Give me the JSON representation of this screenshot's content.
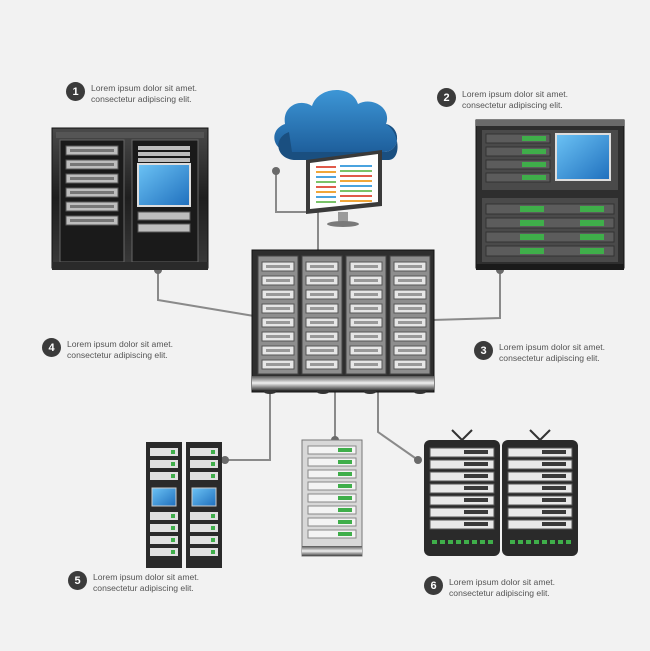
{
  "labels": [
    {
      "number": "1",
      "line1": "Lorem ipsum dolor sit amet.",
      "line2": "consectetur adipiscing elit."
    },
    {
      "number": "2",
      "line1": "Lorem ipsum dolor sit amet.",
      "line2": "consectetur adipiscing elit."
    },
    {
      "number": "3",
      "line1": "Lorem ipsum dolor sit amet.",
      "line2": "consectetur adipiscing elit."
    },
    {
      "number": "4",
      "line1": "Lorem ipsum dolor sit amet.",
      "line2": "consectetur adipiscing elit."
    },
    {
      "number": "5",
      "line1": "Lorem ipsum dolor sit amet.",
      "line2": "consectetur adipiscing elit."
    },
    {
      "number": "6",
      "line1": "Lorem ipsum dolor sit amet.",
      "line2": "consectetur adipiscing elit."
    }
  ],
  "colors": {
    "background": "#f2f2f2",
    "rack_dark": "#2b2b2b",
    "rack_light": "#c8c8c8",
    "screen_blue": "#2f8fd8",
    "cloud_blue": "#2d7fc0",
    "led_green": "#3fae4a",
    "connector": "#8a8a8a"
  },
  "icons": [
    "cloud-icon",
    "monitor-icon",
    "server-rack-icon"
  ]
}
